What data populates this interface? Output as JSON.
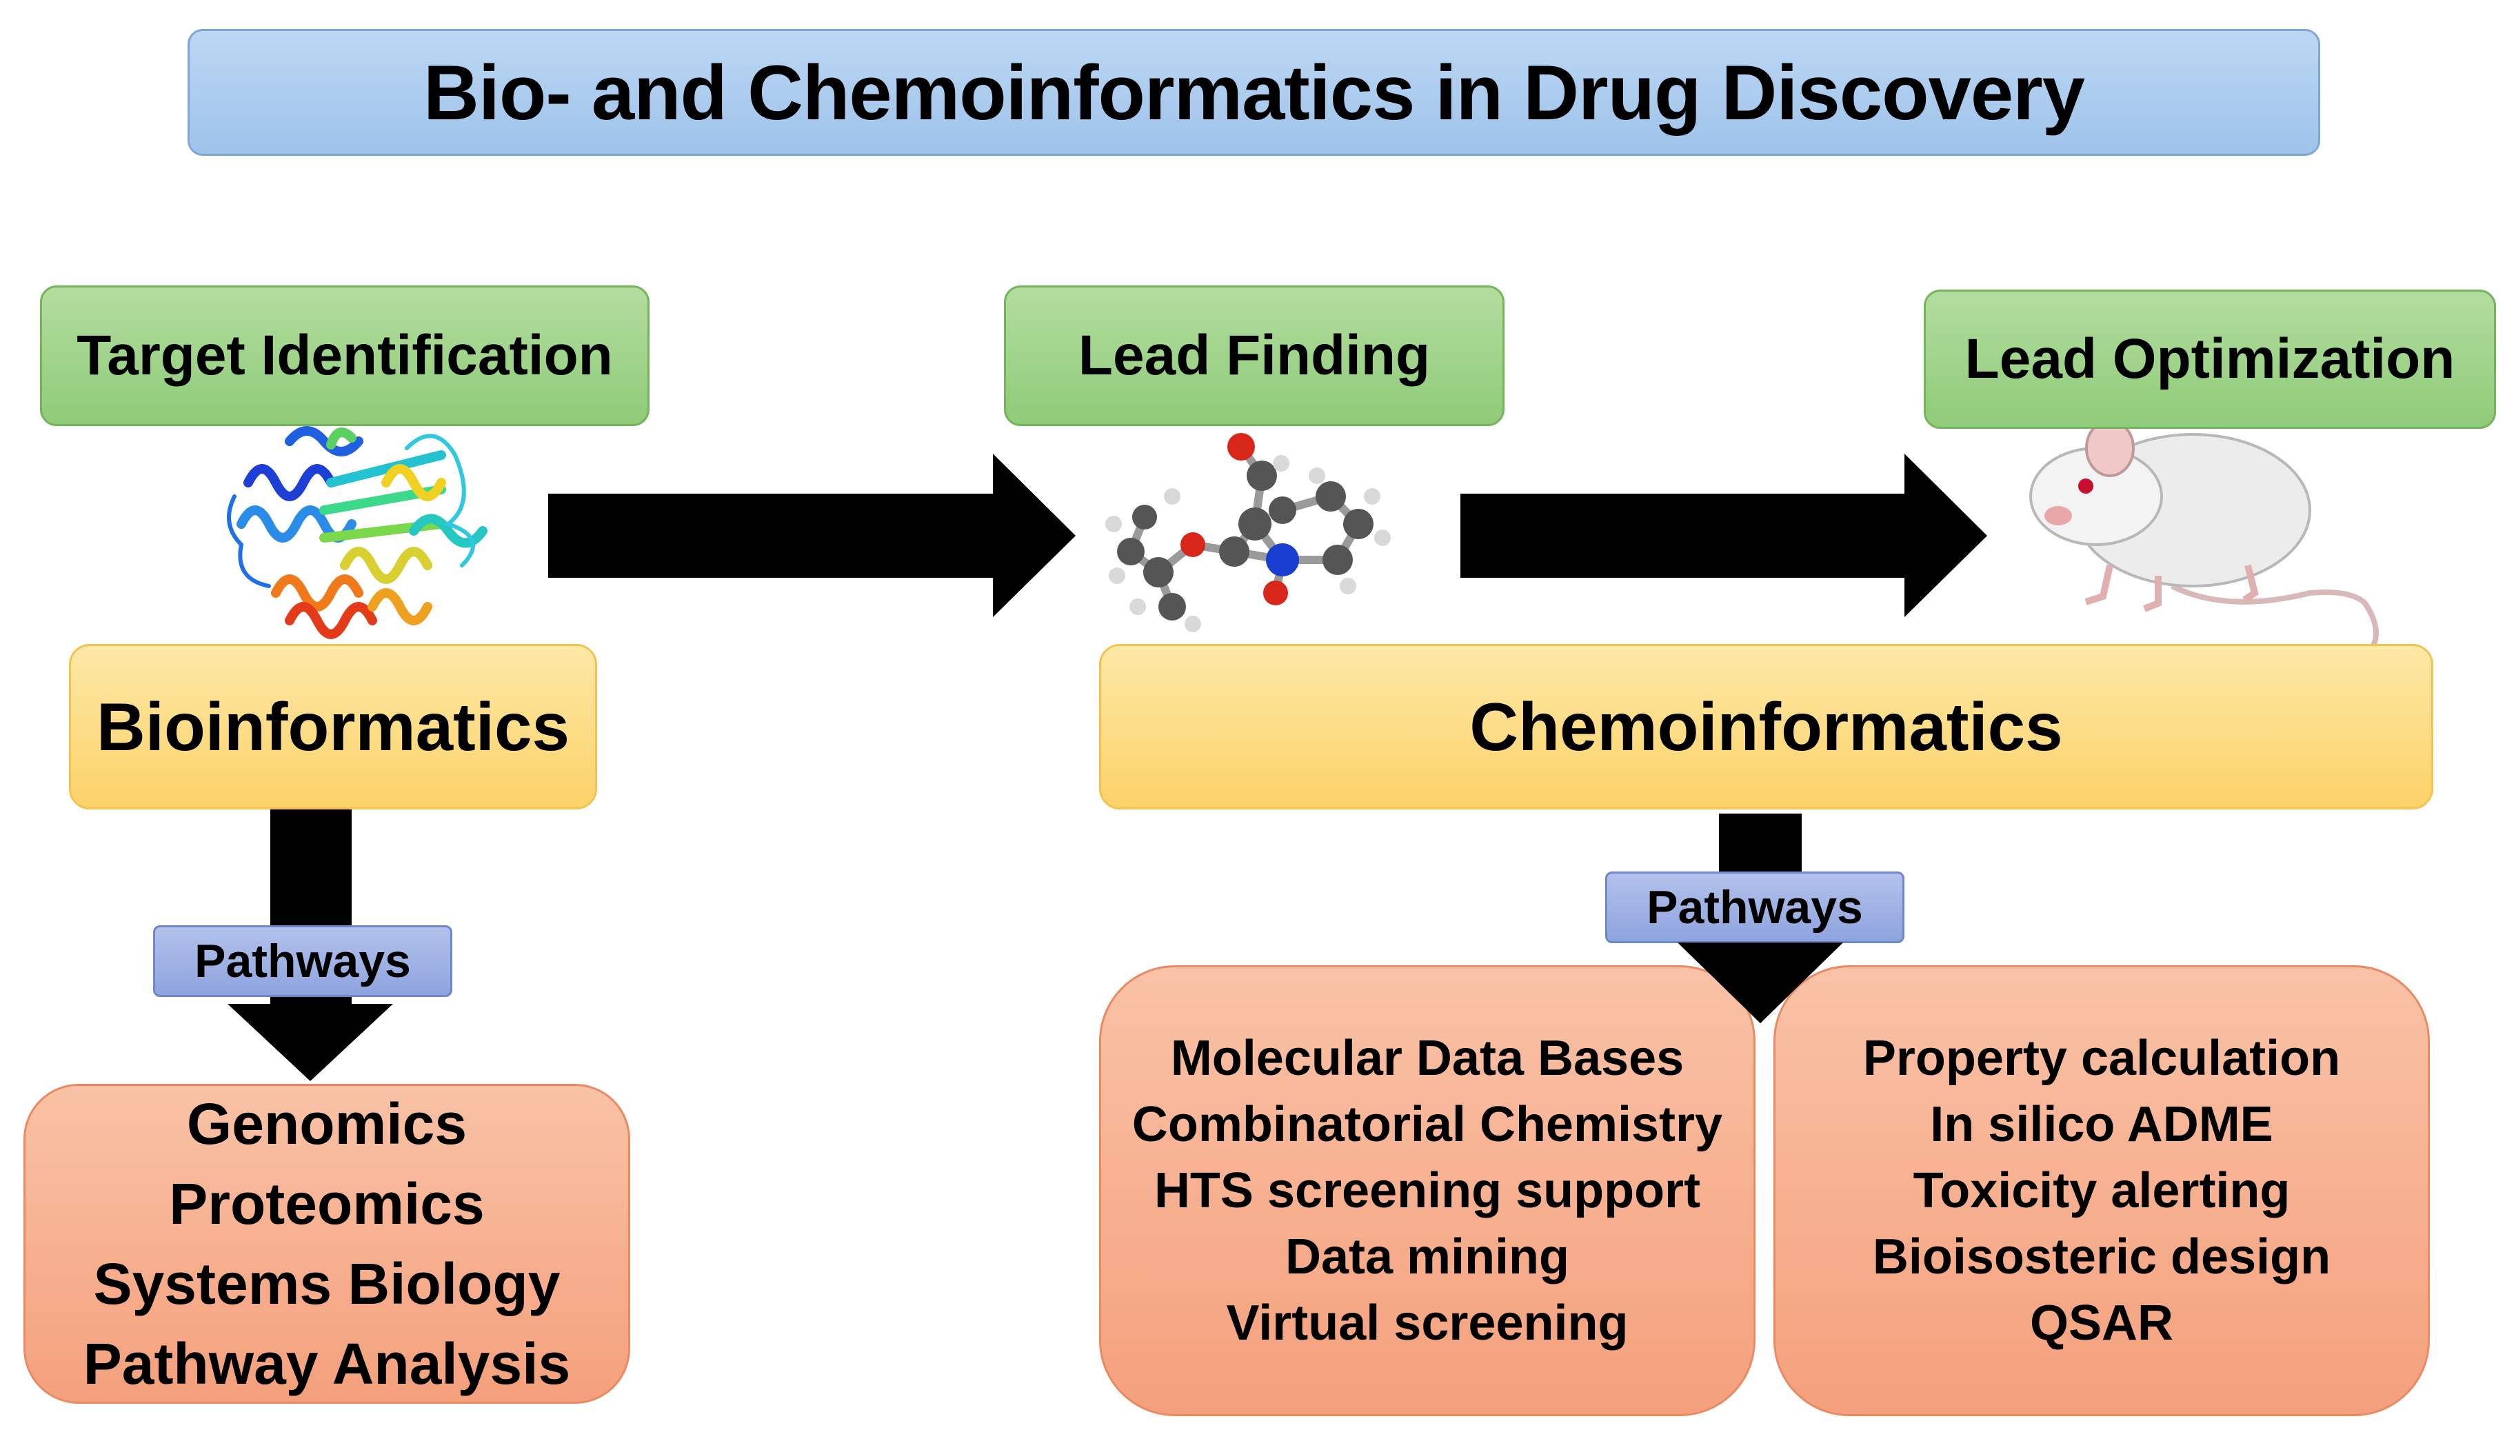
{
  "title": "Bio- and Chemoinformatics in Drug Discovery",
  "stages": {
    "target": "Target Identification",
    "lead_finding": "Lead Finding",
    "lead_optimization": "Lead Optimization"
  },
  "fields": {
    "bio": "Bioinformatics",
    "chem": "Chemoinformatics"
  },
  "pathways_label": "Pathways",
  "bio_topics": [
    "Genomics",
    "Proteomics",
    "Systems Biology",
    "Pathway Analysis"
  ],
  "chem_topics_left": [
    "Molecular Data Bases",
    "Combinatorial Chemistry",
    "HTS screening support",
    "Data mining",
    "Virtual screening"
  ],
  "chem_topics_right": [
    "Property calculation",
    "In silico ADME",
    "Toxicity alerting",
    "Bioisosteric design",
    "QSAR"
  ],
  "images": {
    "protein": "protein-structure-icon",
    "molecule": "molecule-ball-and-stick-icon",
    "rat": "lab-rat-icon"
  },
  "colors": {
    "title_fill": "#9ec3ea",
    "stage_fill": "#8fcb78",
    "field_fill": "#fcd269",
    "pathways_fill": "#8ea4de",
    "detail_fill": "#f4a07c",
    "arrow": "#000000"
  }
}
